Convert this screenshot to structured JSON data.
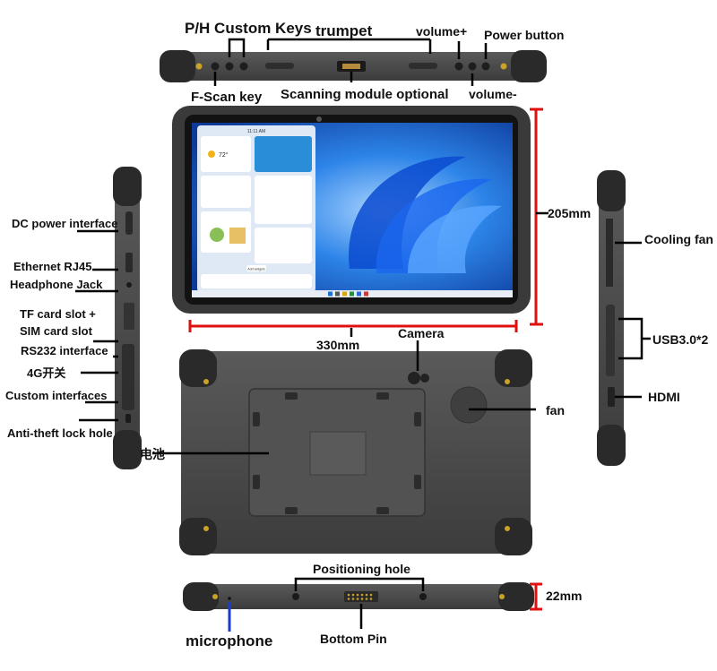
{
  "labels": {
    "ph_custom_keys": "P/H Custom Keys",
    "trumpet": "trumpet",
    "volume_plus": "volume+",
    "power_button": "Power button",
    "f_scan_key": "F-Scan key",
    "scanning_module": "Scanning module optional",
    "volume_minus": "volume-",
    "dc_power": "DC power interface",
    "ethernet": "Ethernet RJ45",
    "headphone": "Headphone Jack",
    "tf_card": "TF card slot +",
    "sim_card": "SIM card slot",
    "rs232": "RS232 interface",
    "switch_4g": "4G开关",
    "custom_interfaces": "Custom interfaces",
    "antitheft": "Anti-theft lock hole",
    "height_dim": "205mm",
    "width_dim": "330mm",
    "camera": "Camera",
    "fan": "fan",
    "battery": "电池",
    "cooling_fan": "Cooling fan",
    "usb": "USB3.0*2",
    "hdmi": "HDMI",
    "positioning_hole": "Positioning hole",
    "thickness_dim": "22mm",
    "microphone": "microphone",
    "bottom_pin": "Bottom Pin"
  },
  "screen": {
    "time": "11:11 AM",
    "weather_temp": "72°",
    "button": "Add widgets"
  },
  "colors": {
    "dimension_lines": "#e01010",
    "microphone_line": "#1a3ccc",
    "body": "#4b4b4b",
    "wallpaper": "#1f6fd6"
  }
}
